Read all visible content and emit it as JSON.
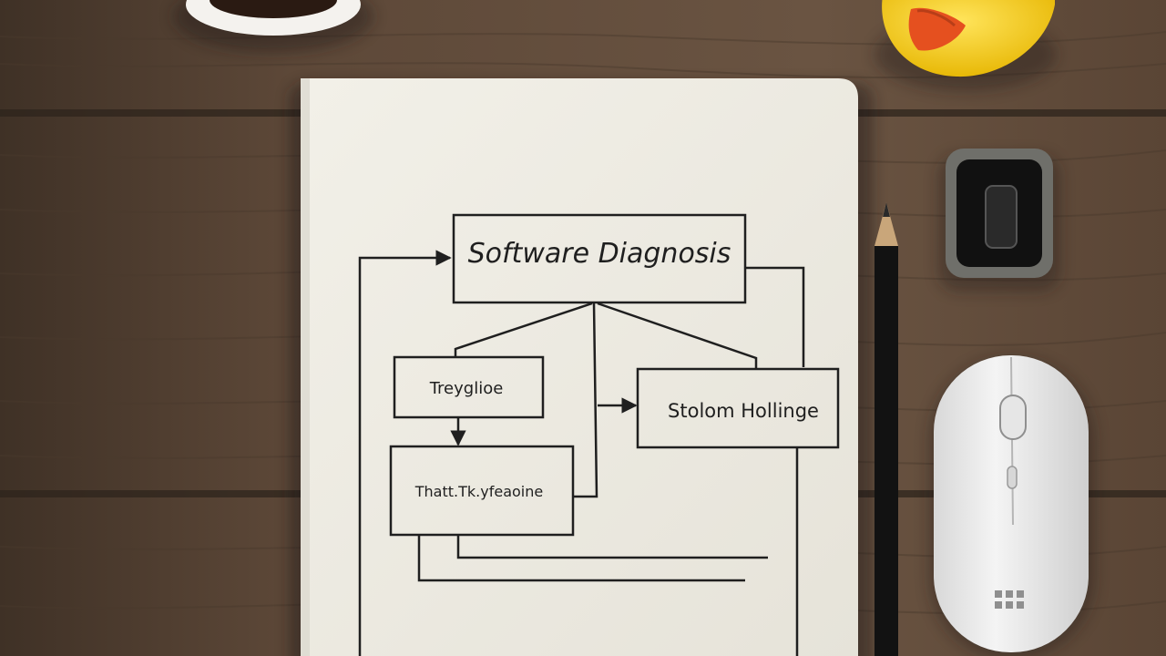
{
  "diagram": {
    "title": "Software Diagnosis",
    "boxes": [
      {
        "id": "left-top",
        "label": "Treyglioe"
      },
      {
        "id": "right",
        "label": "Stolom Hollinge"
      },
      {
        "id": "left-bottom",
        "label": "Thatt.Tk.yfeaoine"
      }
    ]
  },
  "colors": {
    "desk": "#5b4636",
    "desk_dark": "#3f3126",
    "paper": "#efeee6",
    "ink": "#1f1f1f",
    "duck": "#f3cc1c",
    "beak": "#e5501f",
    "mouse": "#ededed"
  },
  "objects": [
    "coffee-cup",
    "rubber-duck",
    "notebook",
    "pencil",
    "usb-drive",
    "computer-mouse"
  ]
}
